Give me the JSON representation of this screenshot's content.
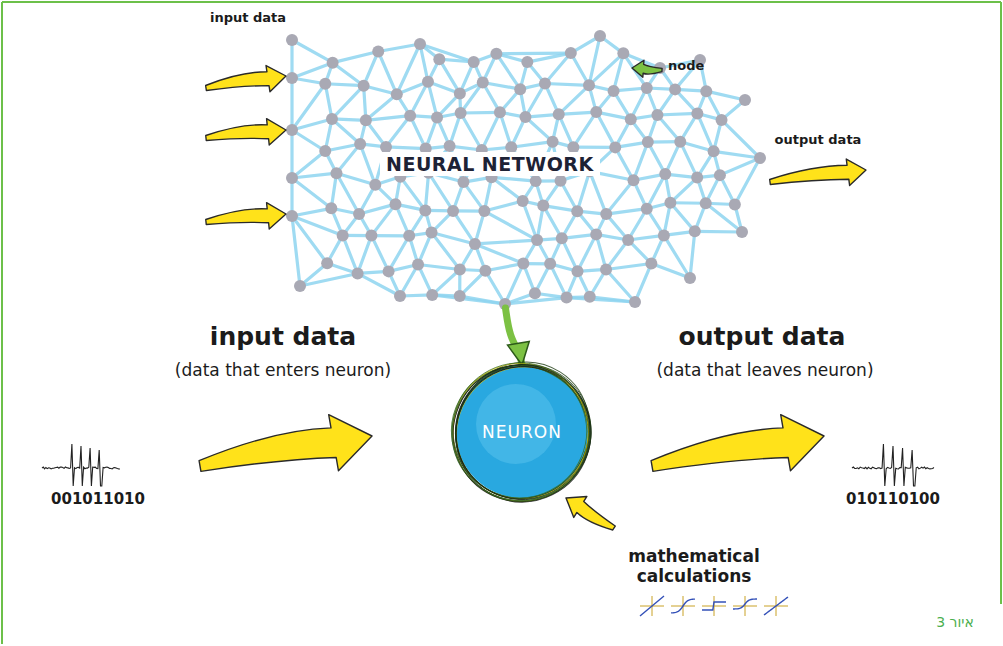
{
  "diagram": {
    "nodes": [
      {
        "text": [
          "NEURAL NETWORK"
        ]
      },
      {
        "text": [
          "NEURON"
        ]
      }
    ],
    "edges": [
      {
        "from": 0,
        "to": 1,
        "arrow": "to"
      }
    ],
    "labels": [
      "input data",
      "node",
      "output data",
      "input data",
      "(data that enters neuron)",
      "001011010",
      "output data",
      "(data that leaves neuron)",
      "010110100",
      "mathematical calculations",
      "איור 3"
    ]
  }
}
